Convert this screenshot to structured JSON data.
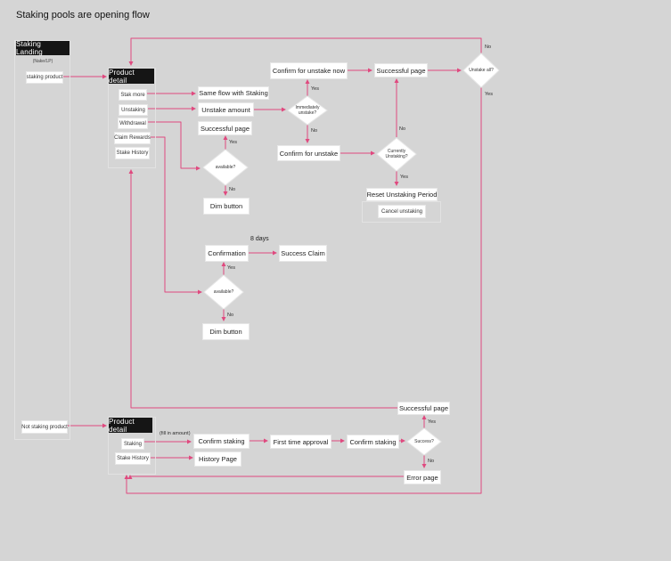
{
  "title": "Staking pools are opening flow",
  "colors": {
    "background": "#d5d5d5",
    "connector": "#e0497f",
    "node_bg": "#ffffff",
    "header_bg": "#151515",
    "header_text": "#ffffff"
  },
  "nodes": {
    "staking_landing": {
      "label": "Staking Landing"
    },
    "landing_subtitle": {
      "label": "(Nake/LP)"
    },
    "staking_product": {
      "label": "staking product"
    },
    "not_staking_product": {
      "label": "Not staking product"
    },
    "product_detail_top": {
      "label": "Product detail"
    },
    "product_detail_bottom": {
      "label": "Product detail"
    },
    "stak_more": {
      "label": "Stak more"
    },
    "unstaking": {
      "label": "Unstaking"
    },
    "withdrawal": {
      "label": "Withdrawal"
    },
    "claim_rewards": {
      "label": "Claim Rewards"
    },
    "stake_history_top": {
      "label": "Stake History"
    },
    "staking_item": {
      "label": "Staking"
    },
    "stake_history_bottom": {
      "label": "Stake History"
    },
    "same_flow": {
      "label": "Same flow with Staking"
    },
    "unstake_amount": {
      "label": "Unstake amount"
    },
    "successful_page_withdrawal": {
      "label": "Successful page"
    },
    "dim_button_withdrawal": {
      "label": "Dim button"
    },
    "confirm_unstake_now": {
      "label": "Confirm for unstake now"
    },
    "successful_page_unstake": {
      "label": "Successful page"
    },
    "confirm_for_unstake": {
      "label": "Confirm for unstake"
    },
    "reset_unstaking_period": {
      "label": "Reset Unstaking Period"
    },
    "cancel_unstaking": {
      "label": "Cancel unstaking"
    },
    "confirmation": {
      "label": "Confirmation"
    },
    "success_claim": {
      "label": "Success Claim"
    },
    "dim_button_claim": {
      "label": "Dim button"
    },
    "successful_page_staking": {
      "label": "Successful page"
    },
    "confirm_staking_1": {
      "label": "Confirm staking"
    },
    "first_time_approval": {
      "label": "First time approval"
    },
    "confirm_staking_2": {
      "label": "Confirm staking"
    },
    "history_page": {
      "label": "History Page"
    },
    "error_page": {
      "label": "Error page"
    }
  },
  "decisions": {
    "available_withdrawal": {
      "label": "available?"
    },
    "available_claim": {
      "label": "available?"
    },
    "immediately_unstake": {
      "label": "Immediately unstake?"
    },
    "unstake_all": {
      "label": "Unstake all?"
    },
    "currently_unstaking": {
      "label": "Currently Unstaking?"
    },
    "success": {
      "label": "Success?"
    }
  },
  "edge_labels": {
    "yes": "Yes",
    "no": "No",
    "eight_days": "8 days",
    "fill_in_amount": "(fill in amount)"
  }
}
